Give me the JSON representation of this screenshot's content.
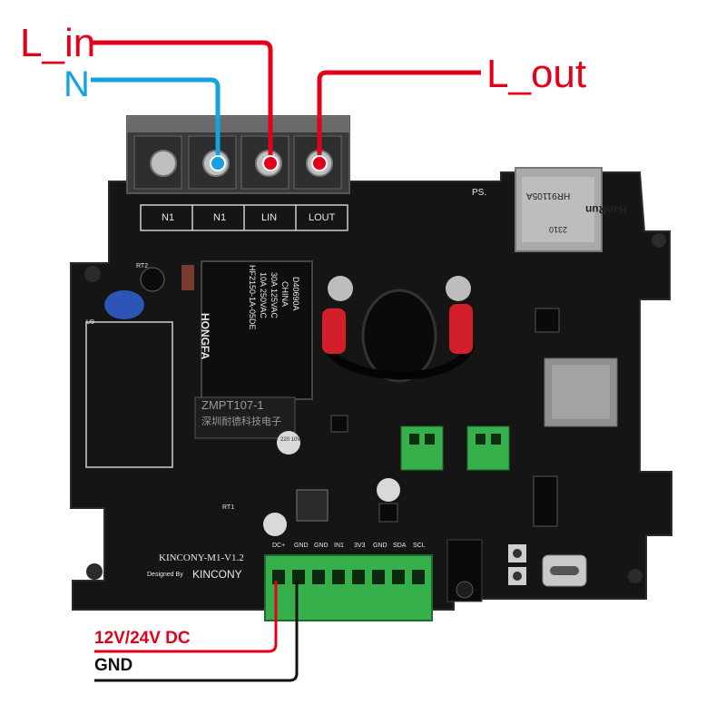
{
  "wiring": {
    "l_in": "L_in",
    "n": "N",
    "l_out": "L_out",
    "dc": "12V/24V DC",
    "gnd": "GND"
  },
  "terminal_labels": [
    "N1",
    "N1",
    "LIN",
    "LOUT"
  ],
  "relay": {
    "brand": "HONGFA",
    "model": "HF2150-1A-05DE",
    "rating1": "10A 250VAC",
    "rating2": "30A 125VAC",
    "origin": "CHINA",
    "code": "D40690A"
  },
  "transformer": {
    "label": "ZMPT107-1",
    "sublabel": "深圳耐德科技电子"
  },
  "ethernet": {
    "brand": "HanRun",
    "model": "HR91105A",
    "code": "2310"
  },
  "board": {
    "name": "KINCONY-M1-V1.2",
    "designed_by": "Designed By",
    "brand": "KINCONY"
  },
  "io_labels": [
    "DC+",
    "GND",
    "GND",
    "IN1",
    "3V3",
    "GND",
    "SDA",
    "SCL"
  ],
  "misc": {
    "ps": "PS.",
    "rt2": "RT2",
    "rt1": "RT1",
    "u9": "U9",
    "cap": "220 10V"
  },
  "colors": {
    "live": "#e3001b",
    "neutral": "#12a3e0",
    "ground": "#111111",
    "pcb": "#141414",
    "terminal_green": "#35b04a"
  }
}
